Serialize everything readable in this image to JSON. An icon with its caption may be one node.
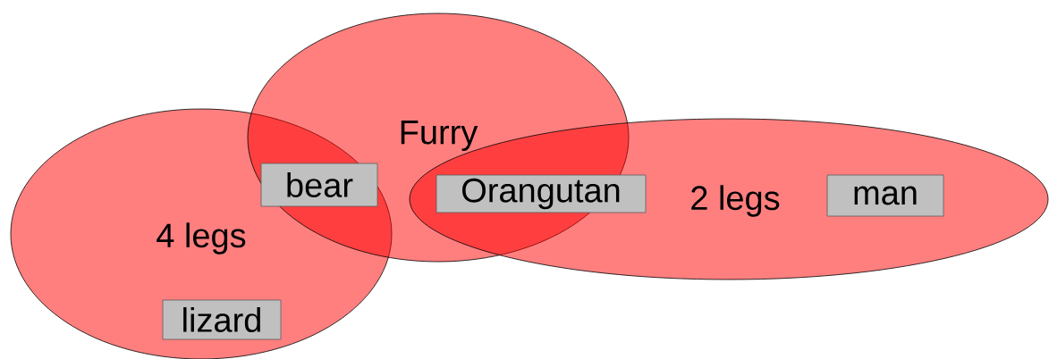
{
  "diagram": {
    "nodes": [
      {
        "text": [
          "4 legs"
        ]
      },
      {
        "text": [
          "Furry"
        ]
      },
      {
        "text": [
          "2 legs"
        ]
      },
      {
        "text": [
          "bear"
        ]
      },
      {
        "text": [
          "Orangutan"
        ],
        "in": 2
      },
      {
        "text": [
          "man"
        ],
        "in": 2
      },
      {
        "text": [
          "lizard"
        ],
        "in": 0
      }
    ]
  }
}
